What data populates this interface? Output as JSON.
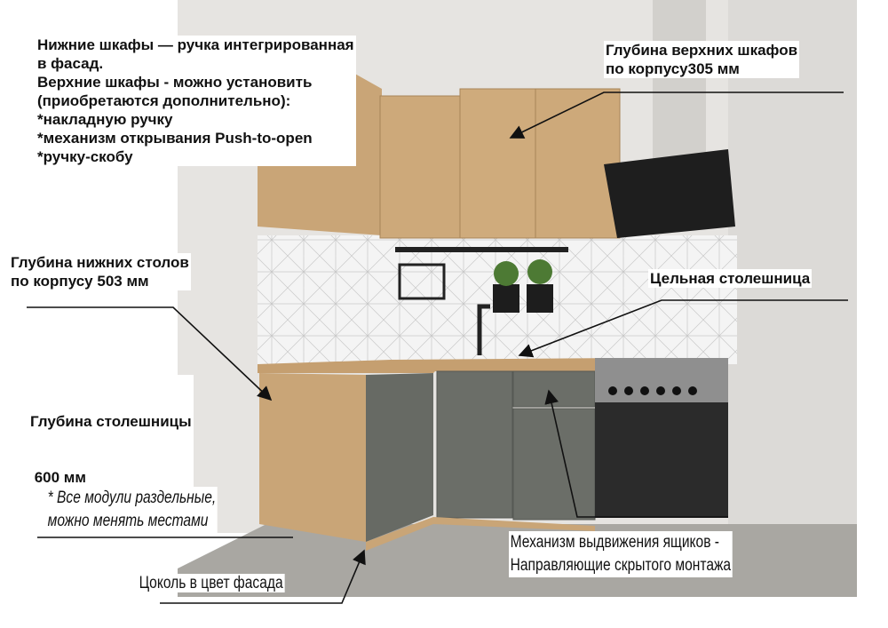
{
  "annotations": {
    "handles": {
      "lines": [
        "Нижние шкафы — ручка интегрированная",
        "в фасад.",
        "Верхние шкафы - можно установить",
        "(приобретаются дополнительно):",
        "*накладную ручку",
        "*механизм открывания Push-to-open",
        "*ручку-скобу"
      ]
    },
    "upper_depth": {
      "lines": [
        "Глубина верхних шкафов",
        "по корпусу305 мм"
      ]
    },
    "lower_depth": {
      "lines": [
        "Глубина нижних столов",
        "по корпусу 503 мм"
      ]
    },
    "countertop_solid": {
      "lines": [
        "Цельная столешница"
      ]
    },
    "countertop_depth": {
      "lines": [
        "Глубина столешницы",
        " 600 мм"
      ]
    },
    "modules_note": {
      "lines": [
        "* Все модули раздельные,",
        "можно менять местами"
      ]
    },
    "drawer_mechanism": {
      "lines": [
        "Механизм выдвижения ящиков -",
        "Направляющие скрытого монтажа"
      ]
    },
    "plinth": {
      "lines": [
        "Цоколь в цвет фасада"
      ]
    }
  },
  "colors": {
    "wood": "#c9a577",
    "facade_gray": "#6b6e68",
    "wall": "#e8e6e3",
    "floor": "#a9a7a2",
    "oven": "#2b2b2b"
  }
}
